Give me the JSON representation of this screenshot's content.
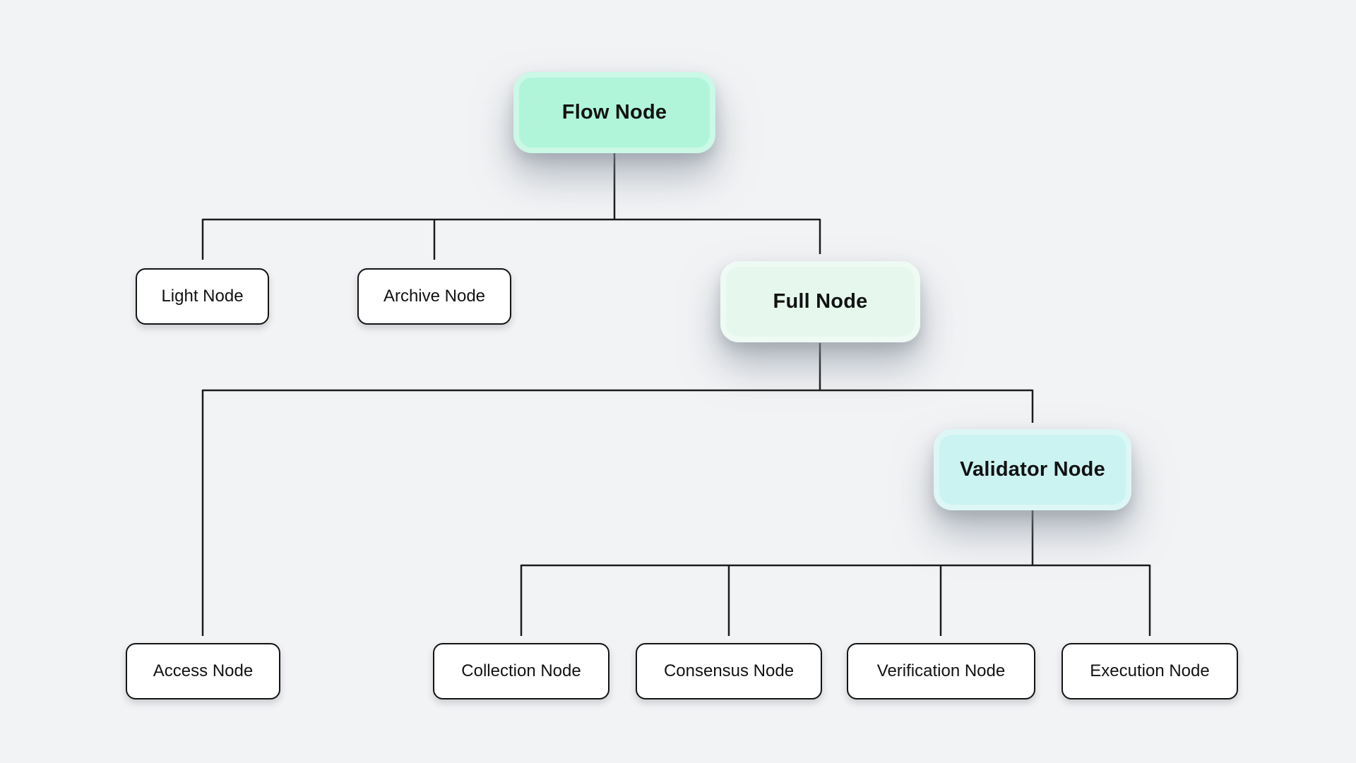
{
  "diagram": {
    "background_color": "#f2f3f5",
    "line_color": "#1c1c1c",
    "nodes": {
      "flow": {
        "label": "Flow Node",
        "fill": "#b0f5da"
      },
      "light": {
        "label": "Light Node",
        "fill": "#ffffff"
      },
      "archive": {
        "label": "Archive Node",
        "fill": "#ffffff"
      },
      "full": {
        "label": "Full Node",
        "fill": "#e6f8ee"
      },
      "validator": {
        "label": "Validator Node",
        "fill": "#cbf3f1"
      },
      "access": {
        "label": "Access Node",
        "fill": "#ffffff"
      },
      "collection": {
        "label": "Collection Node",
        "fill": "#ffffff"
      },
      "consensus": {
        "label": "Consensus Node",
        "fill": "#ffffff"
      },
      "verification": {
        "label": "Verification Node",
        "fill": "#ffffff"
      },
      "execution": {
        "label": "Execution Node",
        "fill": "#ffffff"
      }
    },
    "edges": [
      {
        "from": "Flow Node",
        "to": "Light Node"
      },
      {
        "from": "Flow Node",
        "to": "Archive Node"
      },
      {
        "from": "Flow Node",
        "to": "Full Node"
      },
      {
        "from": "Full Node",
        "to": "Access Node"
      },
      {
        "from": "Full Node",
        "to": "Validator Node"
      },
      {
        "from": "Validator Node",
        "to": "Collection Node"
      },
      {
        "from": "Validator Node",
        "to": "Consensus Node"
      },
      {
        "from": "Validator Node",
        "to": "Verification Node"
      },
      {
        "from": "Validator Node",
        "to": "Execution Node"
      }
    ]
  }
}
